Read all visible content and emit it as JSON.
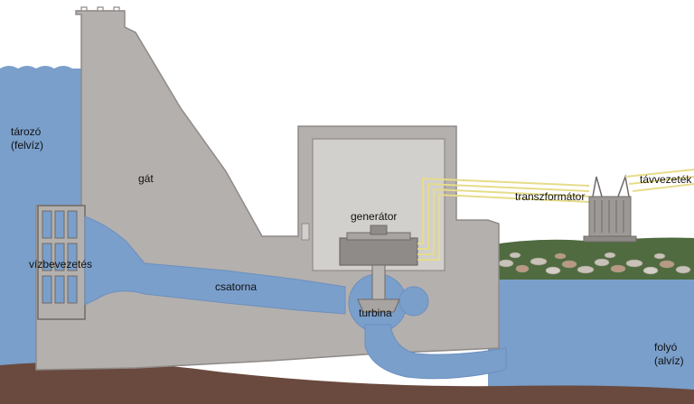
{
  "labels": {
    "reservoir": [
      "tározó",
      "(felvíz)"
    ],
    "dam": "gát",
    "intake": "vízbevezetés",
    "generator": "generátor",
    "transformer": "transzformátor",
    "power_line": "távvezeték",
    "penstock": "csatorna",
    "turbine": "turbina",
    "river": [
      "folyó",
      "(alvíz)"
    ]
  },
  "colors": {
    "water": "#7a9fcb",
    "water_dark": "#6b8fc0",
    "concrete": "#b4b0ad",
    "concrete_edge": "#8f8a87",
    "generator_room": "#d2d0cd",
    "ground": "#6a4a3e",
    "grass": "#4f6b3f",
    "cables": "#e6dc8a",
    "machine": "#8e8b88"
  }
}
